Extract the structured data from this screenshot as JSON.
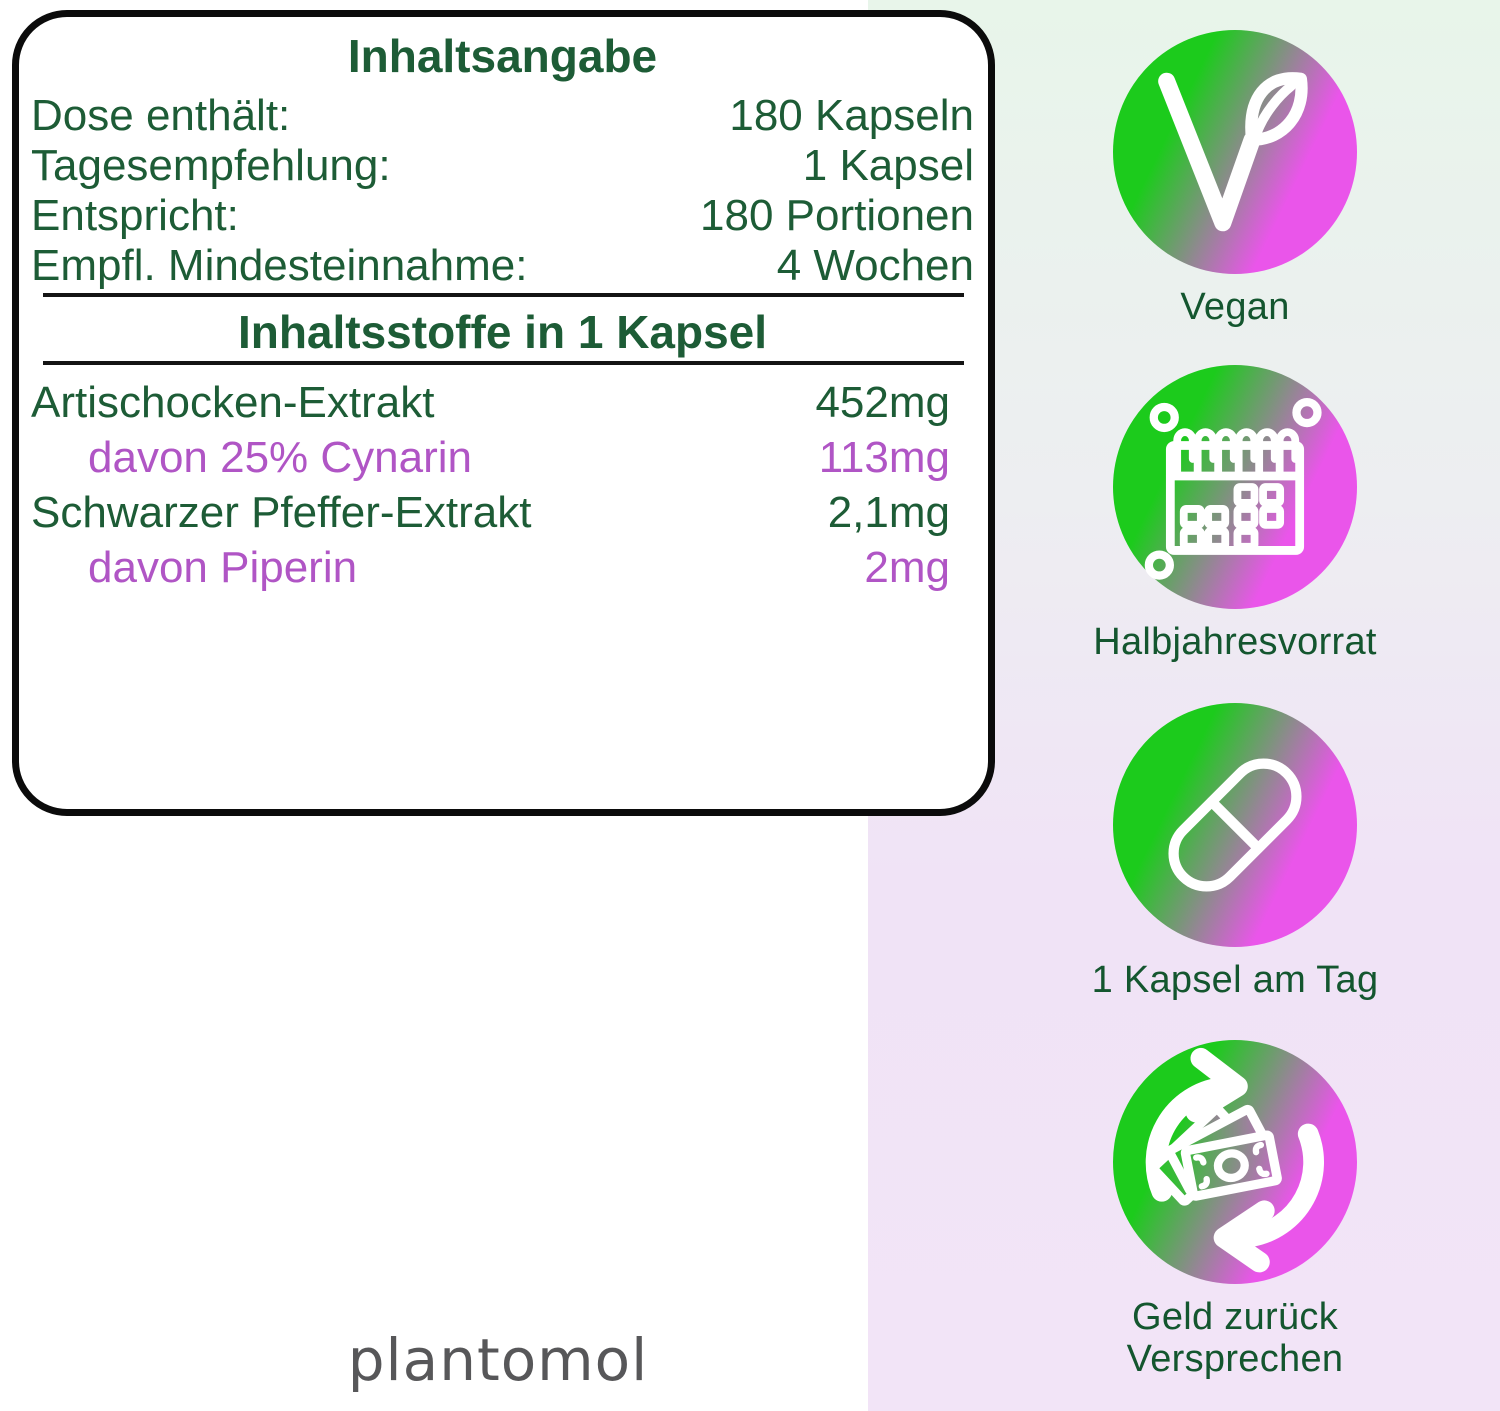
{
  "card": {
    "title": "Inhaltsangabe",
    "info_rows": [
      {
        "label": "Dose enthält:",
        "value": "180 Kapseln"
      },
      {
        "label": "Tagesempfehlung:",
        "value": "1 Kapsel"
      },
      {
        "label": "Entspricht:",
        "value": "180 Portionen"
      },
      {
        "label": "Empfl. Mindesteinnahme:",
        "value": "4 Wochen"
      }
    ],
    "ingredients_title": "Inhaltsstoffe in 1 Kapsel",
    "ingredient_rows": [
      {
        "label": "Artischocken-Extrakt",
        "value": "452mg",
        "color": "green",
        "indented": false
      },
      {
        "label": "davon 25% Cynarin",
        "value": "113mg",
        "color": "purple",
        "indented": true
      },
      {
        "label": "Schwarzer Pfeffer-Extrakt",
        "value": "2,1mg",
        "color": "green",
        "indented": false
      },
      {
        "label": "davon Piperin",
        "value": "2mg",
        "color": "purple",
        "indented": true
      }
    ]
  },
  "badges": [
    {
      "icon": "vegan-v-leaf-icon",
      "label": "Vegan"
    },
    {
      "icon": "calendar-icon",
      "label": "Halbjahresvorrat"
    },
    {
      "icon": "capsule-icon",
      "label": "1 Kapsel am Tag"
    },
    {
      "icon": "money-back-icon",
      "label": "Geld zurück Versprechen"
    }
  ],
  "brand": {
    "logo_text": "plantomol"
  },
  "colors": {
    "text_green": "#1d5c36",
    "text_purple": "#b055c5",
    "badge_gradient_green": "#1ccb1c",
    "badge_gradient_magenta": "#ea55ea",
    "background_mint_top": "#e8f5ea",
    "background_lavender_bottom": "#f2e4f7",
    "card_border": "#0b0b0b",
    "logo_gray": "#575759"
  }
}
